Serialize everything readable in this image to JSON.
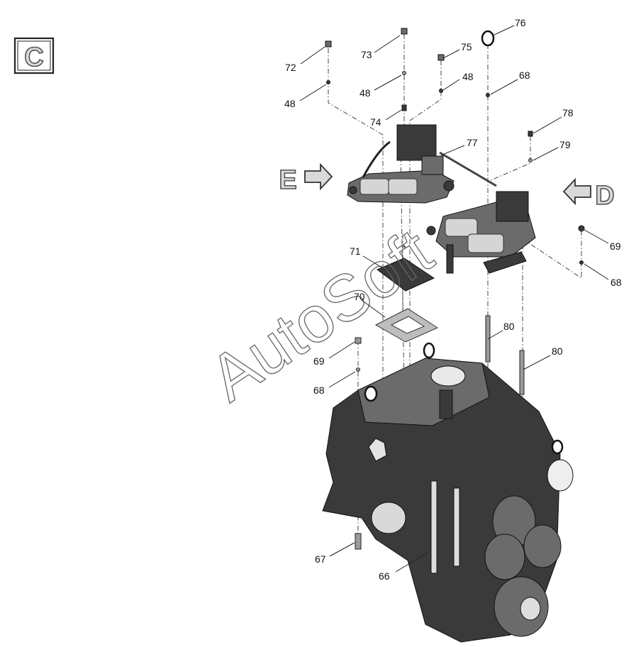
{
  "view_label": "C",
  "direction_markers": {
    "left": "E",
    "right": "D"
  },
  "watermark": "AutoSoft",
  "callouts": [
    "72",
    "73",
    "75",
    "76",
    "48",
    "48",
    "48",
    "68",
    "74",
    "77",
    "78",
    "79",
    "69",
    "68",
    "71",
    "70",
    "80",
    "80",
    "69",
    "68",
    "67",
    "66"
  ],
  "colors": {
    "metal_dark": "#3a3a3a",
    "metal_mid": "#6b6b6b",
    "label_fill": "#d9d9d9"
  }
}
